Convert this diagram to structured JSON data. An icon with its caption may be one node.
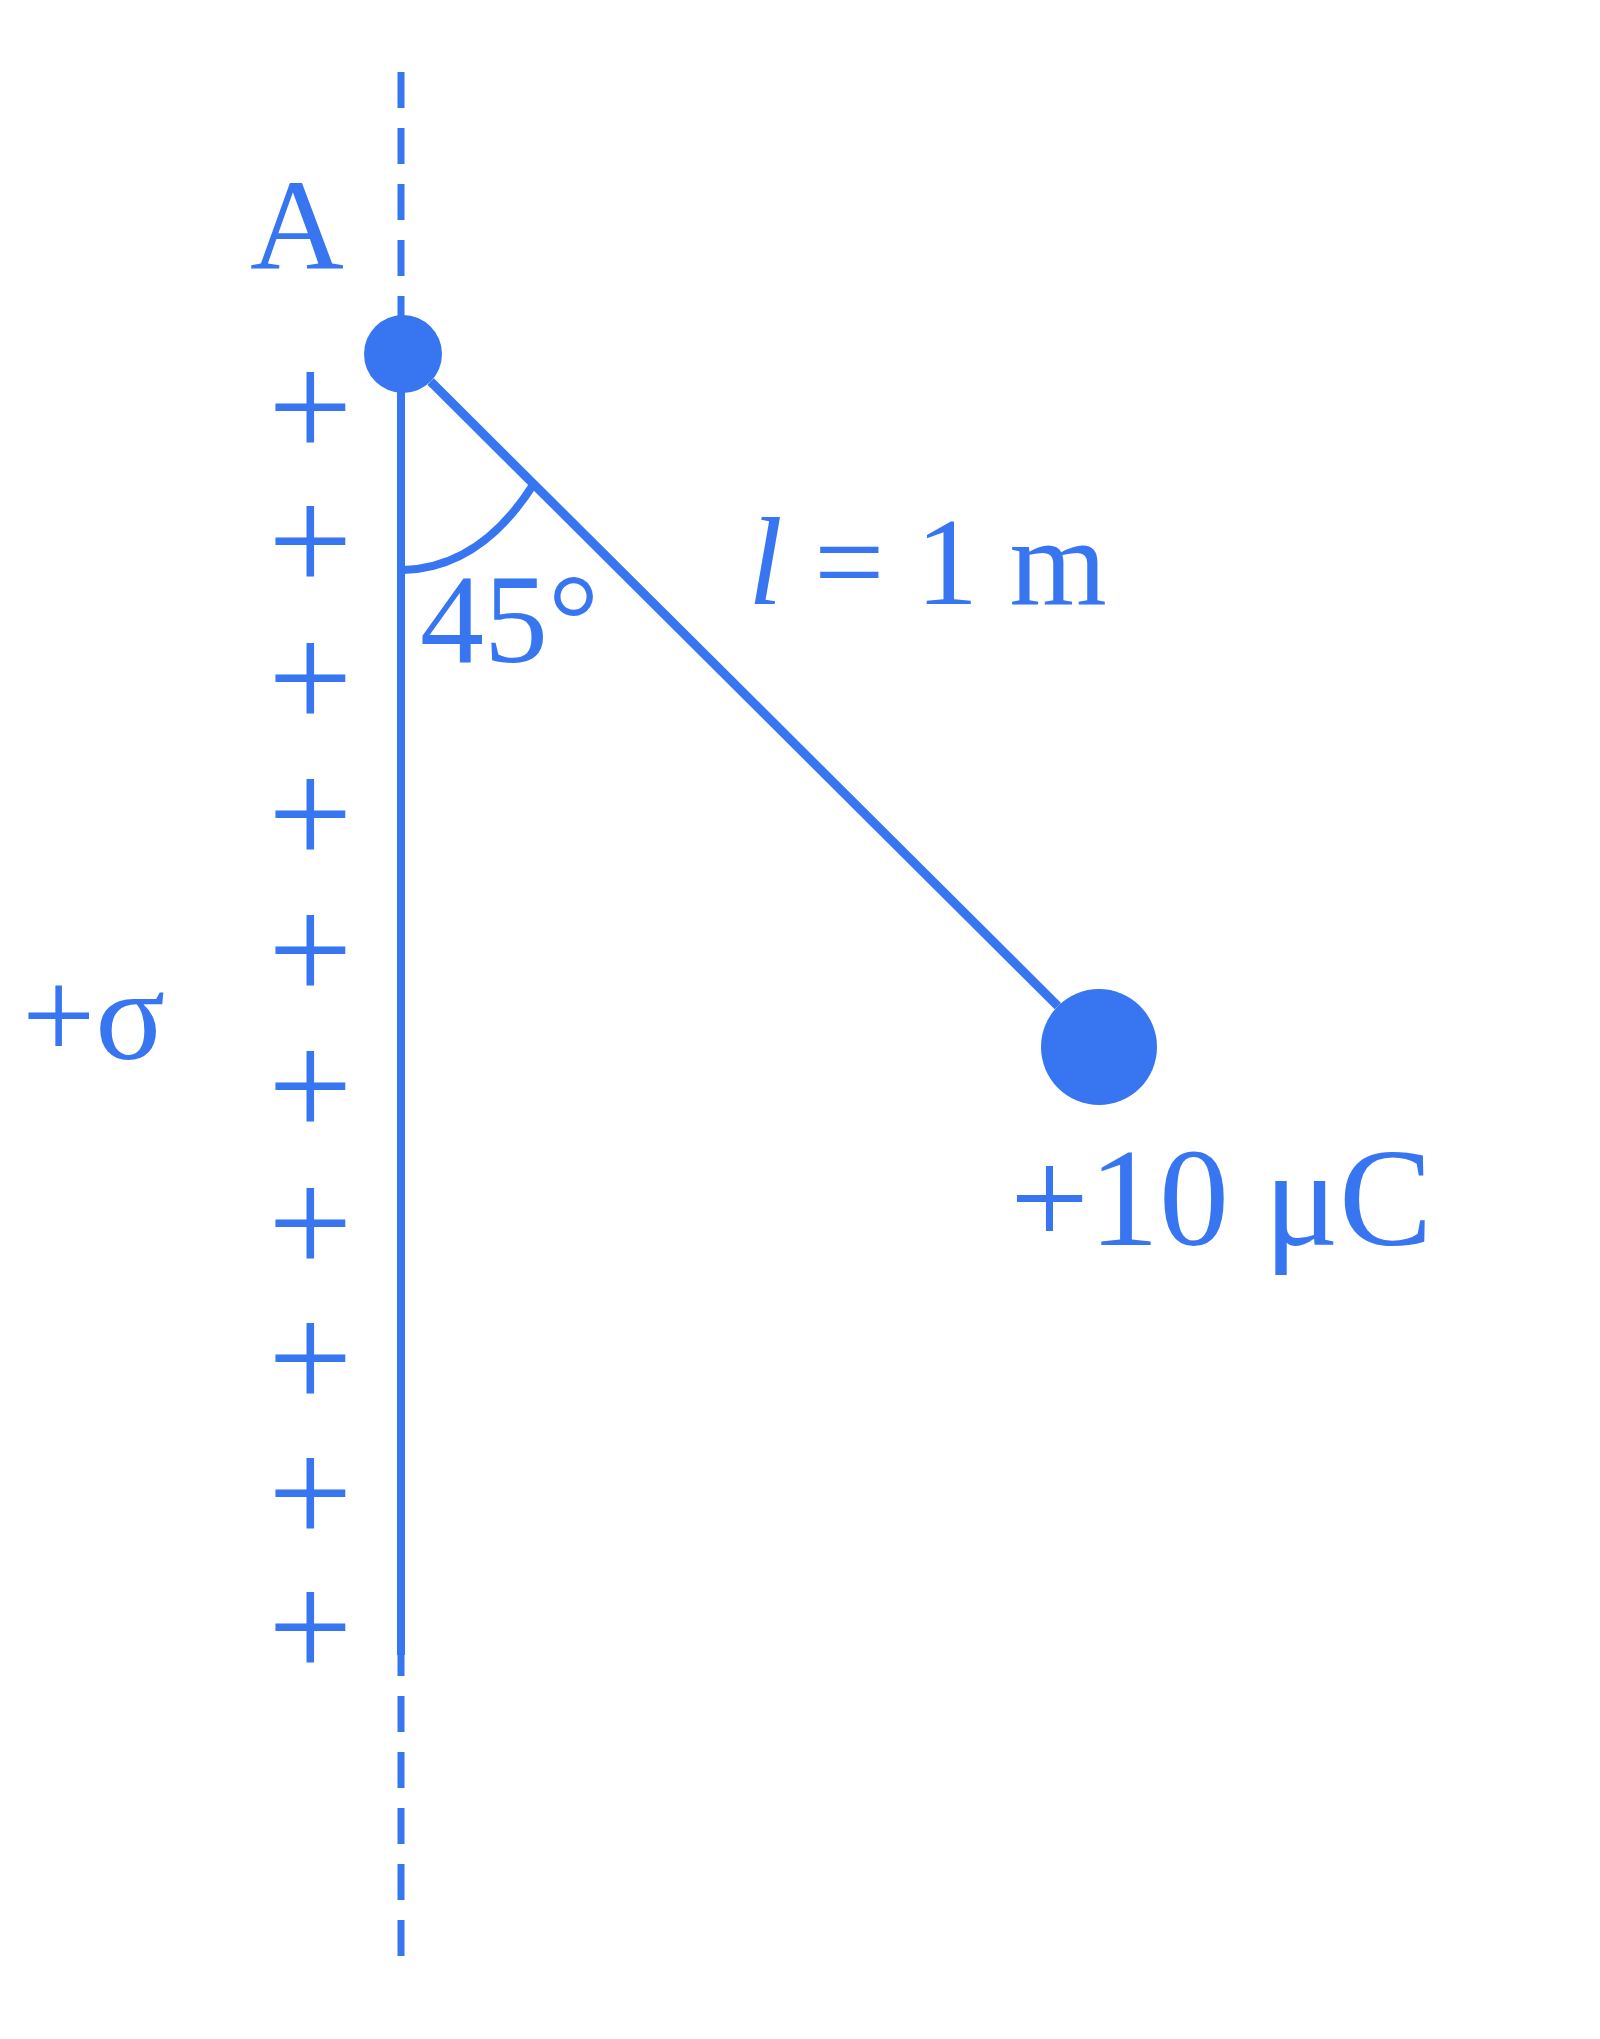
{
  "diagram": {
    "nodes": [
      {
        "text": [],
        "shape": "circle",
        "beside": [
          "A"
        ]
      },
      {
        "text": [],
        "shape": "circle",
        "beside": [
          "+10 μC"
        ]
      }
    ],
    "edges": [
      {
        "from": 0,
        "to": 1,
        "arrow": "none",
        "label": "*l* = 1 m"
      }
    ],
    "labels": [
      "+",
      "+",
      "+",
      "+",
      "+",
      "+",
      "+",
      "+σ",
      "+",
      "+",
      "+",
      "45°"
    ]
  }
}
